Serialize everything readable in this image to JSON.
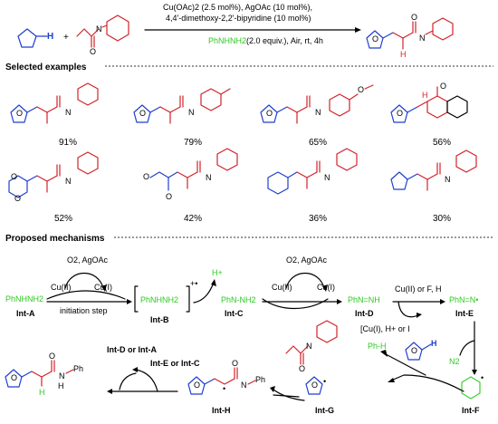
{
  "scheme": {
    "conditions_line1": "Cu(OAc)2 (2.5 mol%), AgOAc (10 mol%),",
    "conditions_line2": "4,4'-dimethoxy-2,2'-bipyridine (10 mol%)",
    "conditions_reagent": "PhNHNH2",
    "conditions_line3_rest": "(2.0 equiv.), Air, rt, 4h",
    "plus": "+",
    "hetero_N": "N",
    "hetero_H": "H",
    "hetero_O": "O",
    "product_H": "H"
  },
  "sections": {
    "examples_title": "Selected examples",
    "mechanism_title": "Proposed mechanisms"
  },
  "examples": {
    "yields": [
      "91%",
      "79%",
      "65%",
      "56%",
      "52%",
      "42%",
      "36%",
      "30%"
    ]
  },
  "mechanism": {
    "int_a": "Int-A",
    "int_b": "Int-B",
    "int_c": "Int-C",
    "int_d": "Int-D",
    "int_e": "Int-E",
    "int_f": "Int-F",
    "int_g": "Int-G",
    "int_h": "Int-H",
    "phnhnh2": "PhNHNH2",
    "bracket_species": "PhNHNH2",
    "bracket_charge": "+•",
    "radical_c": "PhN-NH2",
    "diazene": "PhN=NH",
    "diazenyl": "PhN=N•",
    "proton": "H+",
    "o2_agoac": "O2, AgOAc",
    "cu2": "Cu(II)",
    "cu1": "Cu(I)",
    "initiation": "initiation step",
    "cu2_or_f": "Cu(II) or F, H",
    "cu1_h_i": "[Cu(I), H+ or I",
    "n2": "N2",
    "ph_h": "Ph-H",
    "intd_or_inta": "Int-D or Int-A",
    "inte_or_intc": "Int-E or Int-C",
    "n_ph": "N",
    "ph": "Ph",
    "h": "H",
    "o": "O"
  },
  "colors": {
    "blue_fragment": "#1f3fd0",
    "red_fragment": "#d2232a",
    "green_reagent": "#2fc822"
  }
}
